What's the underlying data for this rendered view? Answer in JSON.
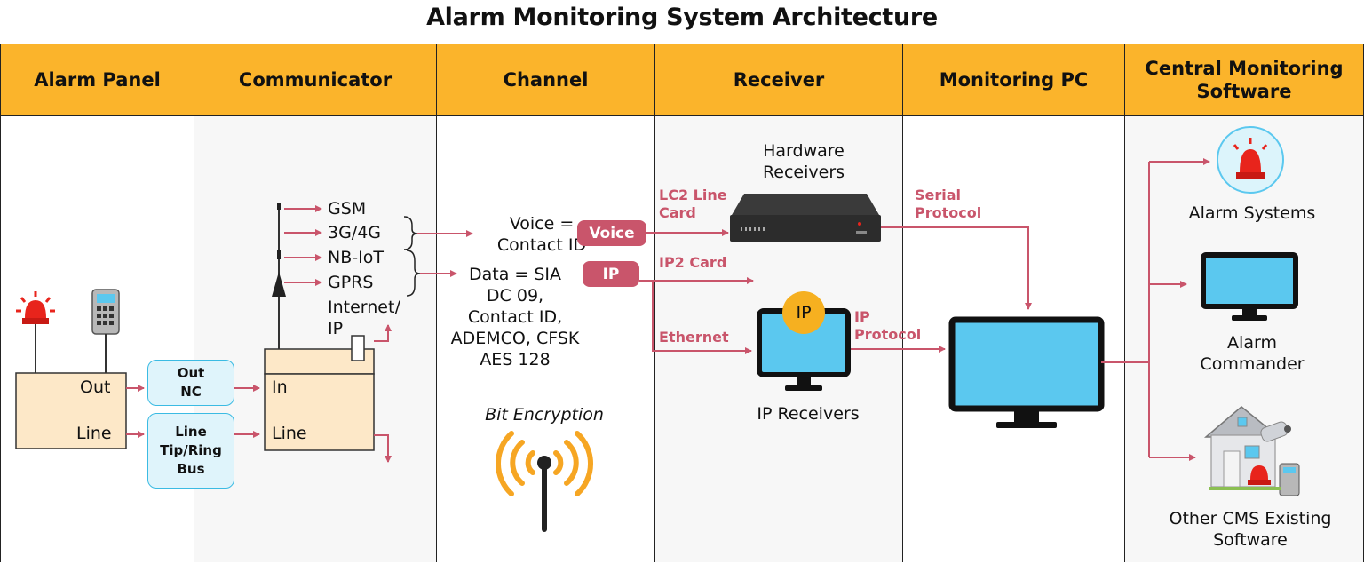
{
  "title": "Alarm Monitoring System Architecture",
  "columns": [
    {
      "label": "Alarm Panel"
    },
    {
      "label": "Communicator"
    },
    {
      "label": "Channel"
    },
    {
      "label": "Receiver"
    },
    {
      "label": "Monitoring PC"
    },
    {
      "label": "Central Monitoring\nSoftware"
    }
  ],
  "alarm_panel": {
    "out": "Out",
    "line": "Line"
  },
  "connectors": {
    "out_nc": "Out\nNC",
    "line_bus": "Line\nTip/Ring\nBus"
  },
  "communicator": {
    "networks": [
      "GSM",
      "3G/4G",
      "NB-IoT",
      "GPRS",
      "Internet/\nIP"
    ],
    "in": "In",
    "line": "Line"
  },
  "channel": {
    "voice_text": "Voice =\nContact ID",
    "data_text": "Data = SIA\nDC 09,\nContact ID,\nADEMCO, CFSK\nAES 128",
    "encryption": "Bit Encryption",
    "voice_pill": "Voice",
    "ip_pill": "IP"
  },
  "receiver": {
    "hardware_label": "Hardware\nReceivers",
    "lc2": "LC2 Line\nCard",
    "ip2": "IP2 Card",
    "ethernet": "Ethernet",
    "ip_badge": "IP",
    "ip_receivers": "IP Receivers"
  },
  "monitoring": {
    "serial": "Serial\nProtocol",
    "ip_protocol": "IP\nProtocol"
  },
  "cms": {
    "alarm_systems": "Alarm Systems",
    "alarm_commander": "Alarm\nCommander",
    "other": "Other CMS Existing\nSoftware"
  },
  "colors": {
    "header": "#fbb42b",
    "accent": "#c9556b",
    "cyan": "#5bc8ef",
    "panel_fill": "#fde8c8"
  }
}
